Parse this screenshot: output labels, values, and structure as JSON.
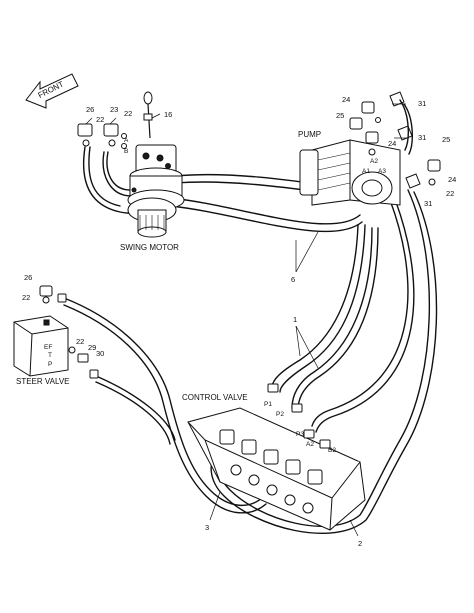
{
  "diagram": {
    "direction_label": "FRONT",
    "components": {
      "swing_motor": "SWING MOTOR",
      "pump": "PUMP",
      "steer_valve": "STEER VALVE",
      "control_valve": "CONTROL VALVE"
    },
    "ports": {
      "pump_a1": "A1",
      "pump_a2": "A2",
      "pump_a3": "A3",
      "motor_a": "A",
      "motor_b": "B",
      "steer_ef": "EF",
      "steer_t": "T",
      "steer_p": "P",
      "cv_p1": "P1",
      "cv_p2": "P2",
      "cv_p3": "P3",
      "cv_a2": "A2",
      "cv_b2": "B2"
    },
    "callouts": {
      "c1": "1",
      "c2": "2",
      "c3": "3",
      "c6": "6",
      "c16": "16",
      "c22_motor_a": "22",
      "c22_motor_b": "22",
      "c23": "23",
      "c26_motor": "26",
      "c24_top": "24",
      "c31_top": "31",
      "c25_pump": "25",
      "c24_mid": "24",
      "c31_mid": "31",
      "c25_right": "25",
      "c24_right": "24",
      "c22_pump": "22",
      "c31_bottom": "31",
      "c26_steer": "26",
      "c22_steer_top": "22",
      "c22_steer_mid": "22",
      "c29": "29",
      "c30": "30"
    }
  }
}
